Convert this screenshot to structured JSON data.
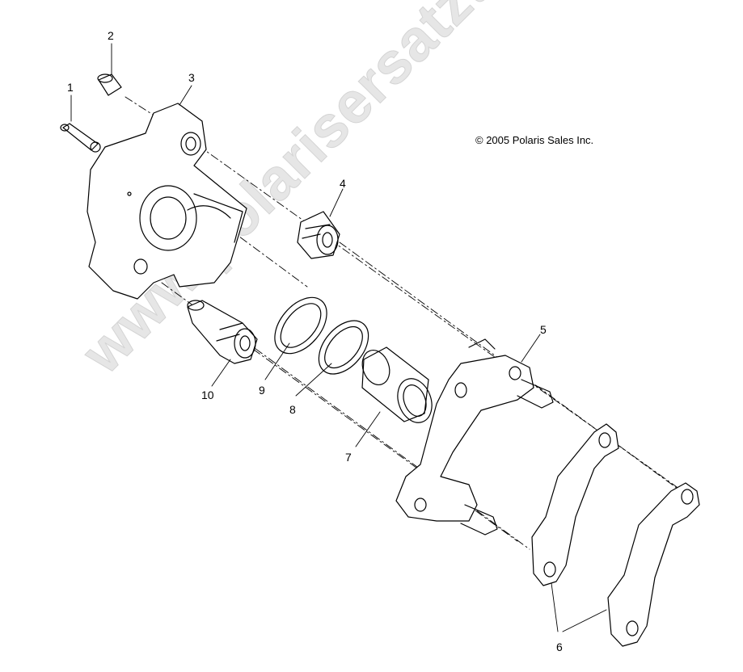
{
  "watermark": "www.polarisersatzteile.de",
  "copyright": "© 2005 Polaris Sales Inc.",
  "callouts": {
    "c1": "1",
    "c2": "2",
    "c3": "3",
    "c4": "4",
    "c5": "5",
    "c6": "6",
    "c7": "7",
    "c8": "8",
    "c9": "9",
    "c10": "10"
  }
}
